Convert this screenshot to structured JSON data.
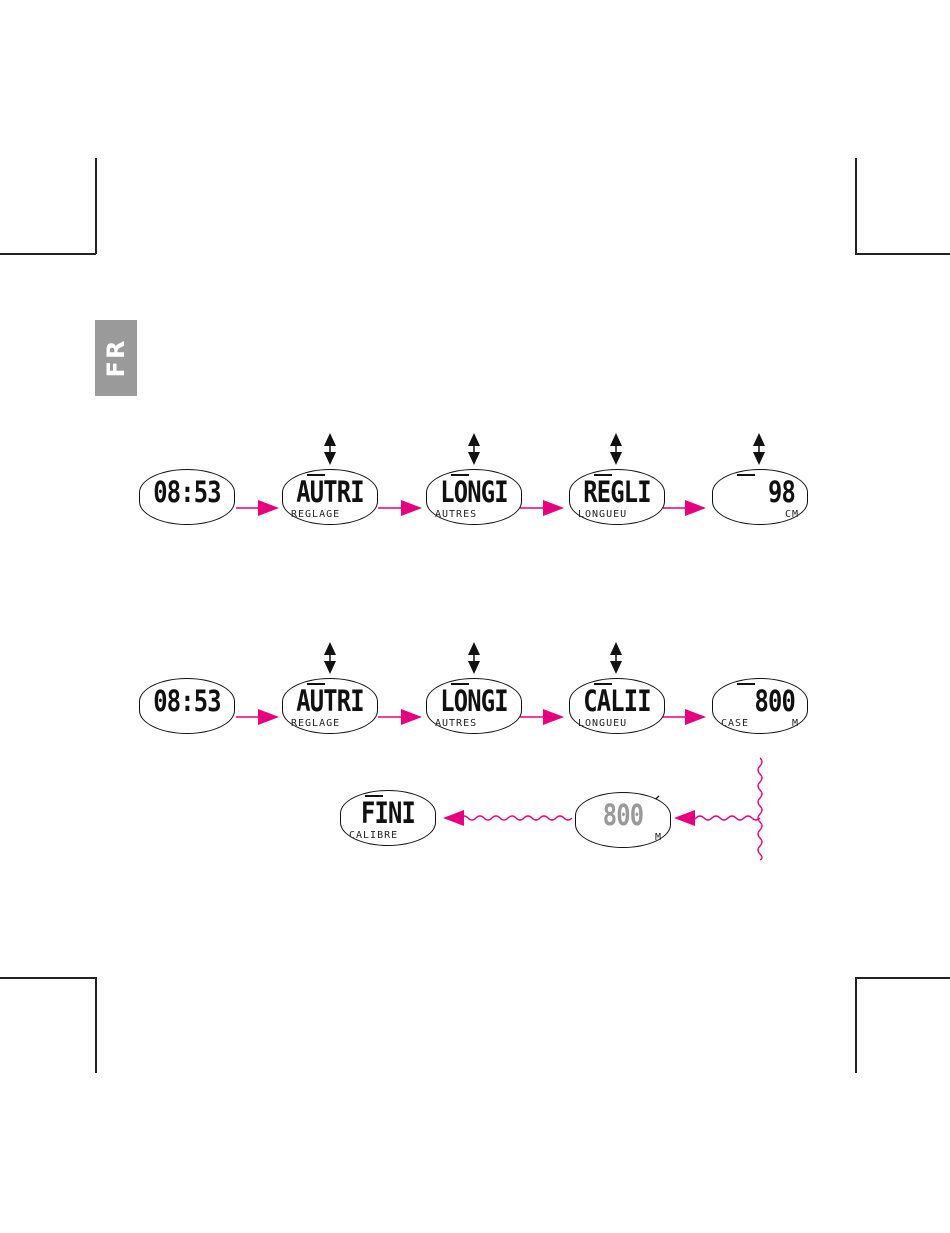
{
  "language_tab": "FR",
  "accent_color": "#e6007e",
  "row1": [
    {
      "main": "08:53",
      "sub_left": "",
      "sub_right": ""
    },
    {
      "main": "AUTRI",
      "sub_left": "REGLAGE",
      "sub_right": ""
    },
    {
      "main": "LONGI",
      "sub_left": "AUTRES",
      "sub_right": ""
    },
    {
      "main": "REGLI",
      "sub_left": "LONGUEU",
      "sub_right": ""
    },
    {
      "main": "98",
      "sub_left": "",
      "sub_right": "CM"
    }
  ],
  "row2": [
    {
      "main": "08:53",
      "sub_left": "",
      "sub_right": ""
    },
    {
      "main": "AUTRI",
      "sub_left": "REGLAGE",
      "sub_right": ""
    },
    {
      "main": "LONGI",
      "sub_left": "AUTRES",
      "sub_right": ""
    },
    {
      "main": "CALII",
      "sub_left": "LONGUEU",
      "sub_right": ""
    },
    {
      "main": "800",
      "sub_left": "CASE",
      "sub_right": "M"
    }
  ],
  "row3": [
    {
      "main": "FINI",
      "sub_left": "CALIBRE",
      "sub_right": ""
    },
    {
      "main": "800",
      "sub_left": "",
      "sub_right": "M"
    }
  ]
}
